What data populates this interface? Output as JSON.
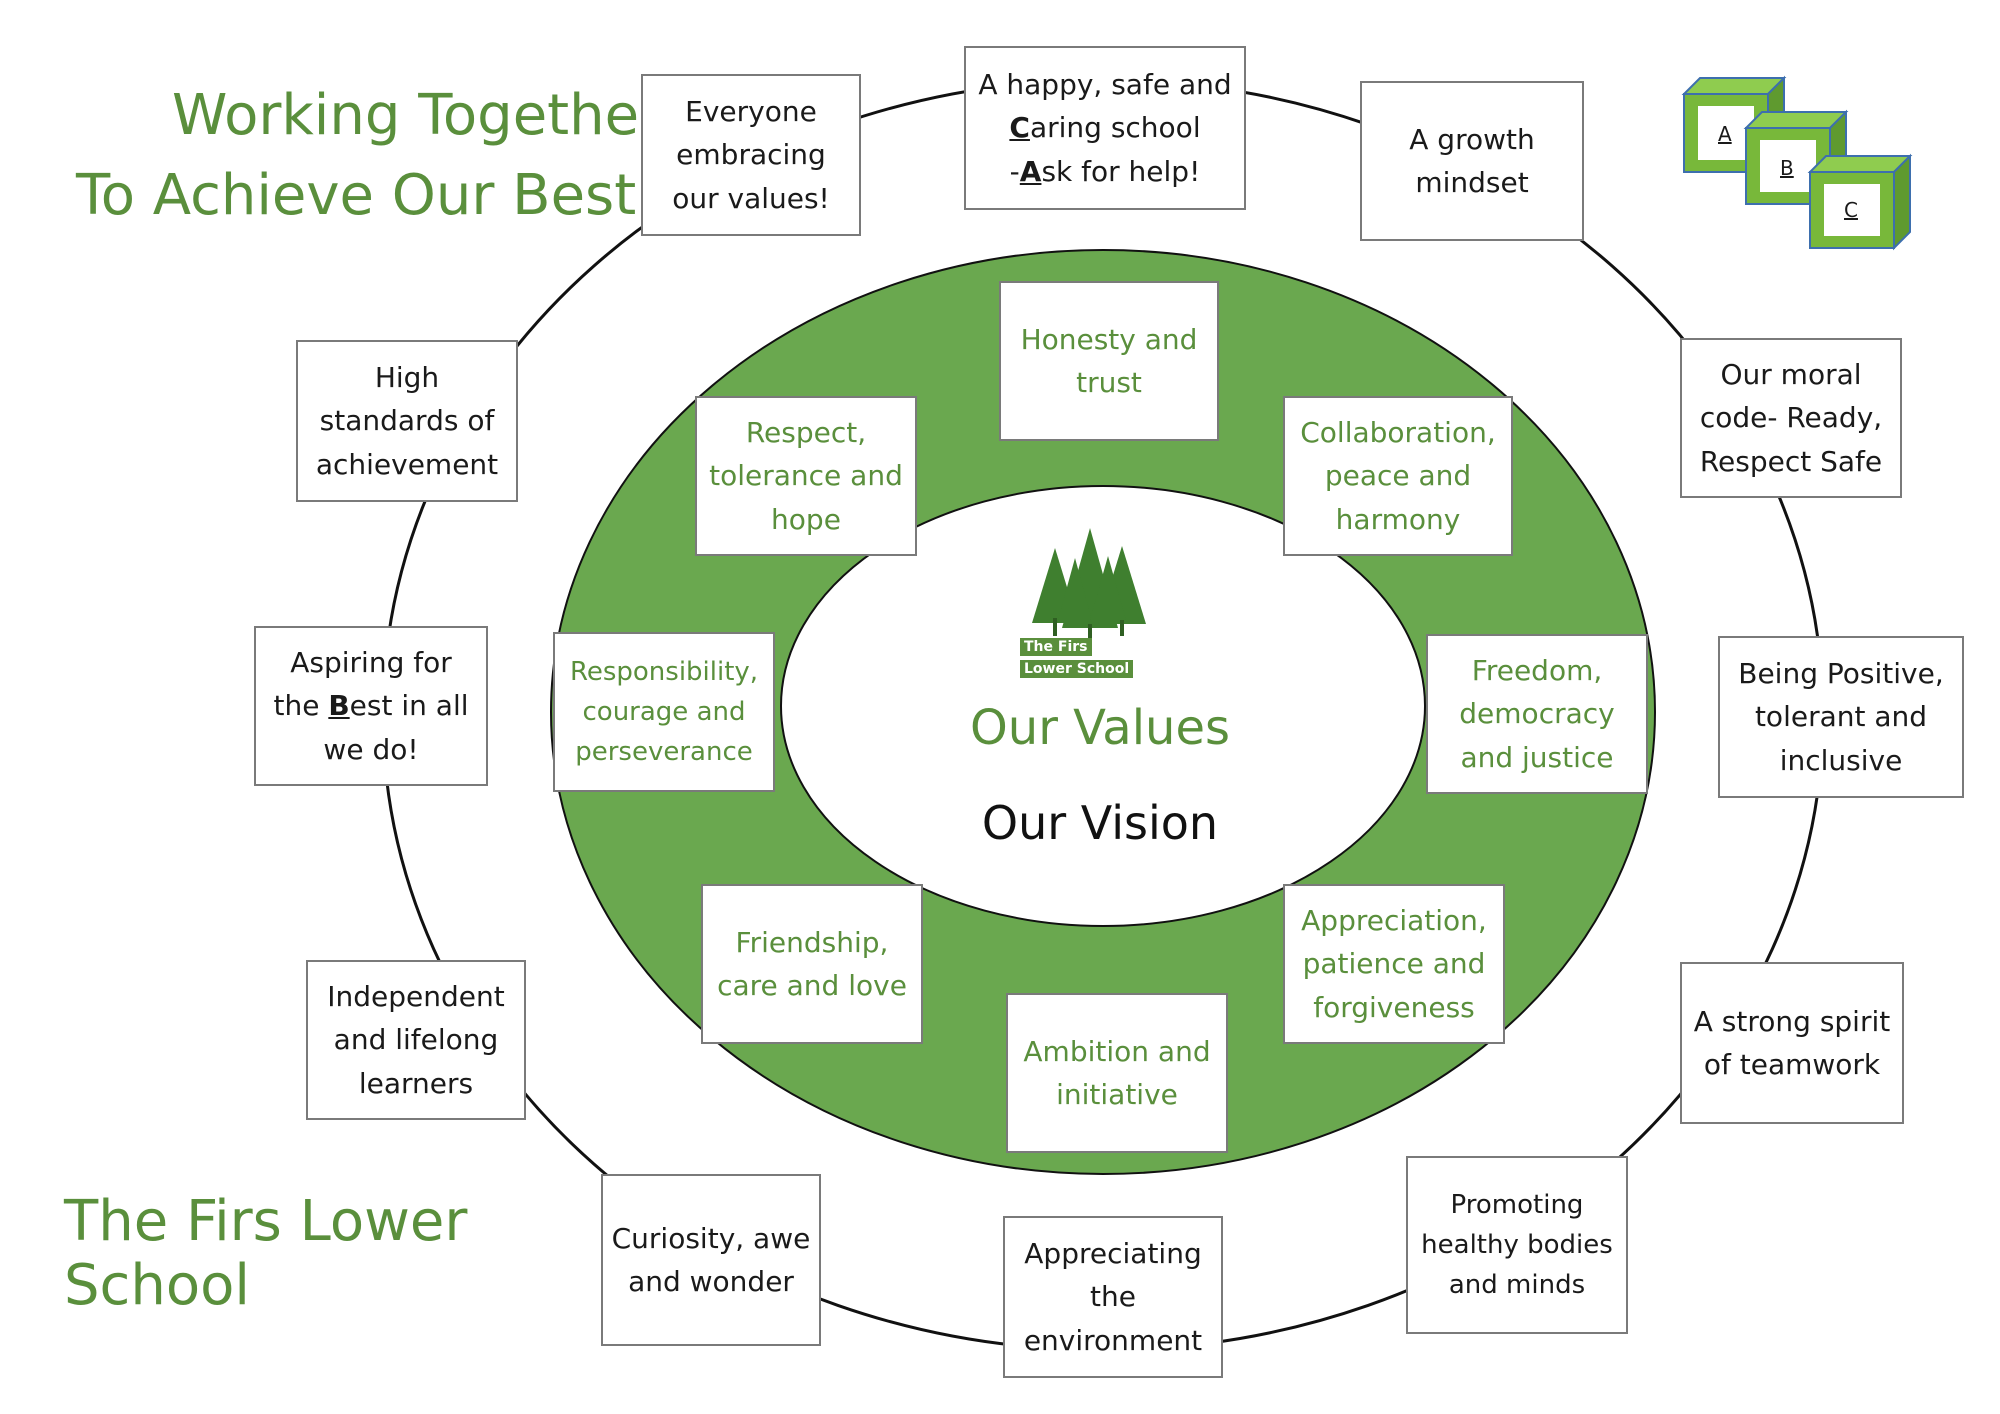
{
  "headline": {
    "line1": "Working Together",
    "line2": "To Achieve Our Best"
  },
  "school_name": "The Firs Lower School",
  "centre": {
    "values_label": "Our Values",
    "vision_label": "Our Vision"
  },
  "logo": {
    "line1": "The Firs",
    "line2": "Lower School"
  },
  "cubes": [
    "A",
    "B",
    "C"
  ],
  "vision_boxes": {
    "everyone": "Everyone embracing our values!",
    "happy_line1": "A happy, safe and",
    "happy_line2a": "C",
    "happy_line2b": "aring school",
    "happy_line3a": "-",
    "happy_line3b": "A",
    "happy_line3c": "sk for help!",
    "growth": "A growth mindset",
    "moral": "Our moral code- Ready, Respect Safe",
    "positive": "Being Positive, tolerant and inclusive",
    "teamwork": "A strong spirit of teamwork",
    "healthy": "Promoting healthy bodies and minds",
    "environment": "Appreciating the environment",
    "curiosity": "Curiosity, awe and wonder",
    "independent": "Independent and lifelong learners",
    "aspiring_a": "Aspiring for the ",
    "aspiring_b": "B",
    "aspiring_c": "est in all we do!",
    "high_standards": "High standards of achievement"
  },
  "value_boxes": {
    "honesty": "Honesty and trust",
    "collaboration": "Collaboration, peace and harmony",
    "freedom": "Freedom, democracy and justice",
    "appreciation": "Appreciation, patience and forgiveness",
    "ambition": "Ambition and initiative",
    "friendship": "Friendship, care and love",
    "responsibility": "Responsibility, courage and perseverance",
    "respect": "Respect, tolerance and hope"
  },
  "colors": {
    "green": "#5a8f3c",
    "ring": "#6aa84f",
    "cube": "#78b83a",
    "cube_border": "#3d6fae"
  }
}
